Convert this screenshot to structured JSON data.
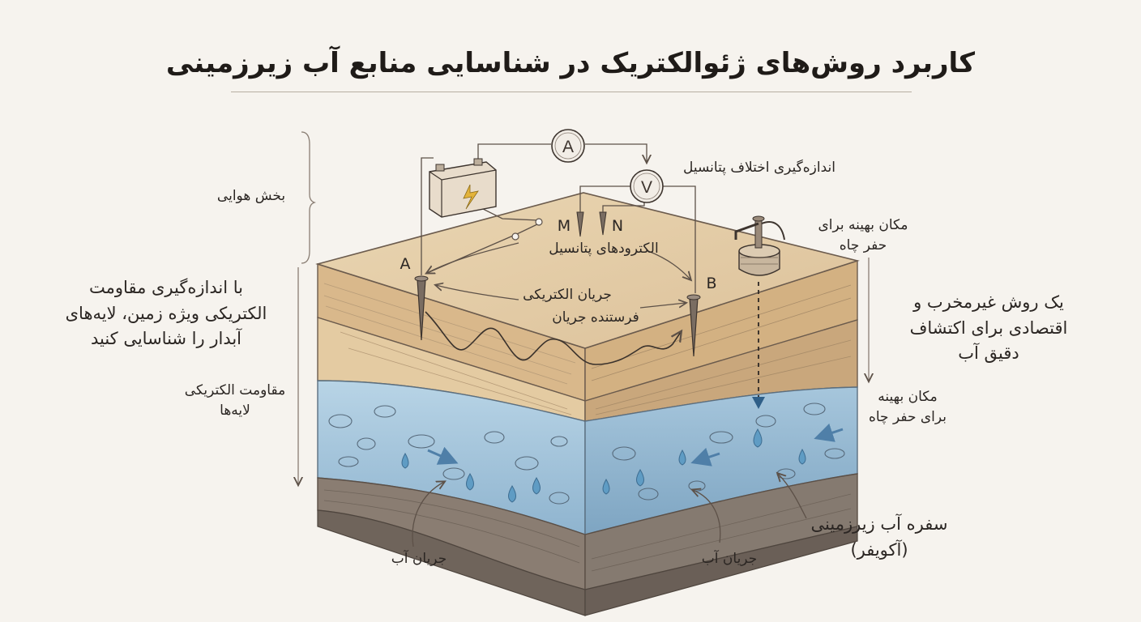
{
  "title": "کاربرد روش‌های ژئوالکتریک در شناسایی منابع آب زیرزمینی",
  "labels": {
    "air_section": "بخش هوایی",
    "intro_line1": "با اندازه‌گیری مقاومت",
    "intro_line2": "الکتریکی ویژه زمین، لایه‌های",
    "intro_line3": "آبدار را شناسایی کنید",
    "resistivity_line1": "مقاومت الکتریکی",
    "resistivity_line2": "لایه‌ها",
    "potential_difference": "اندازه‌گیری اختلاف پتانسیل",
    "potential_electrodes": "الکترودهای پتانسیل",
    "electric_current": "جریان الکتریکی",
    "current_sender": "فرستنده جریان",
    "best_location_top_line1": "مکان بهینه برای",
    "best_location_top_line2": "حفر چاه",
    "method_line1": "یک روش غیرمخرب و",
    "method_line2": "اقتصادی برای اکتشاف",
    "method_line3": "دقیق آب",
    "best_location_mid_line1": "مکان بهینه",
    "best_location_mid_line2": "برای حفر چاه",
    "aquifer_line1": "سفره آب زیرزمینی",
    "aquifer_line2": "(آکویفر)",
    "water_flow_left": "جریان آب",
    "water_flow_right": "جریان آب"
  },
  "electrodes": {
    "a": "A",
    "b": "B",
    "m": "M",
    "n": "N"
  },
  "meters": {
    "ammeter": "A",
    "voltmeter": "V"
  },
  "colors": {
    "soil_top": "#e6cfa8",
    "soil_side": "#d8b98e",
    "soil_dark": "#c9a67a",
    "aquifer": "#a9c8dc",
    "bedrock": "#8e8074",
    "line": "#5d5148",
    "water_drop": "#5f9cc4"
  }
}
